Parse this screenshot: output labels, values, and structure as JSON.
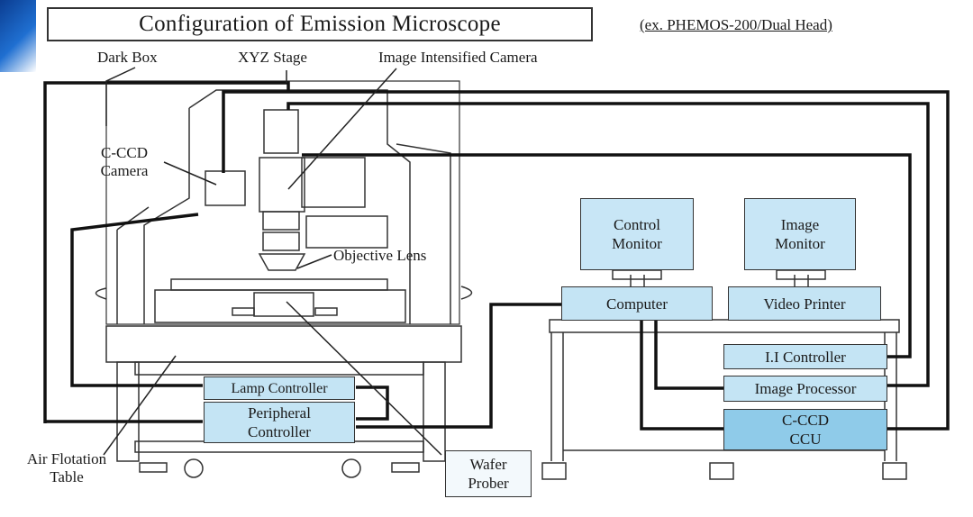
{
  "title": "Configuration of Emission Microscope",
  "subtitle": "(ex. PHEMOS-200/Dual Head)",
  "labels": {
    "dark_box": "Dark Box",
    "xyz_stage": "XYZ Stage",
    "ii_camera": "Image Intensified Camera",
    "ccd_camera_line1": "C-CCD",
    "ccd_camera_line2": "Camera",
    "objective_lens": "Objective Lens",
    "air_table_line1": "Air Flotation",
    "air_table_line2": "Table",
    "wafer_prober_line1": "Wafer",
    "wafer_prober_line2": "Prober"
  },
  "boxes": {
    "lamp_controller": "Lamp Controller",
    "peripheral_line1": "Peripheral",
    "peripheral_line2": "Controller",
    "control_monitor_line1": "Control",
    "control_monitor_line2": "Monitor",
    "image_monitor_line1": "Image",
    "image_monitor_line2": "Monitor",
    "computer": "Computer",
    "video_printer": "Video Printer",
    "ii_controller": "I.I Controller",
    "image_processor": "Image Processor",
    "ccd_ccu_line1": "C-CCD",
    "ccd_ccu_line2": "CCU"
  },
  "colors": {
    "box_fill": "#c4e4f4",
    "line": "#1a1a1a",
    "corner_accent": "#1f6fd1"
  }
}
